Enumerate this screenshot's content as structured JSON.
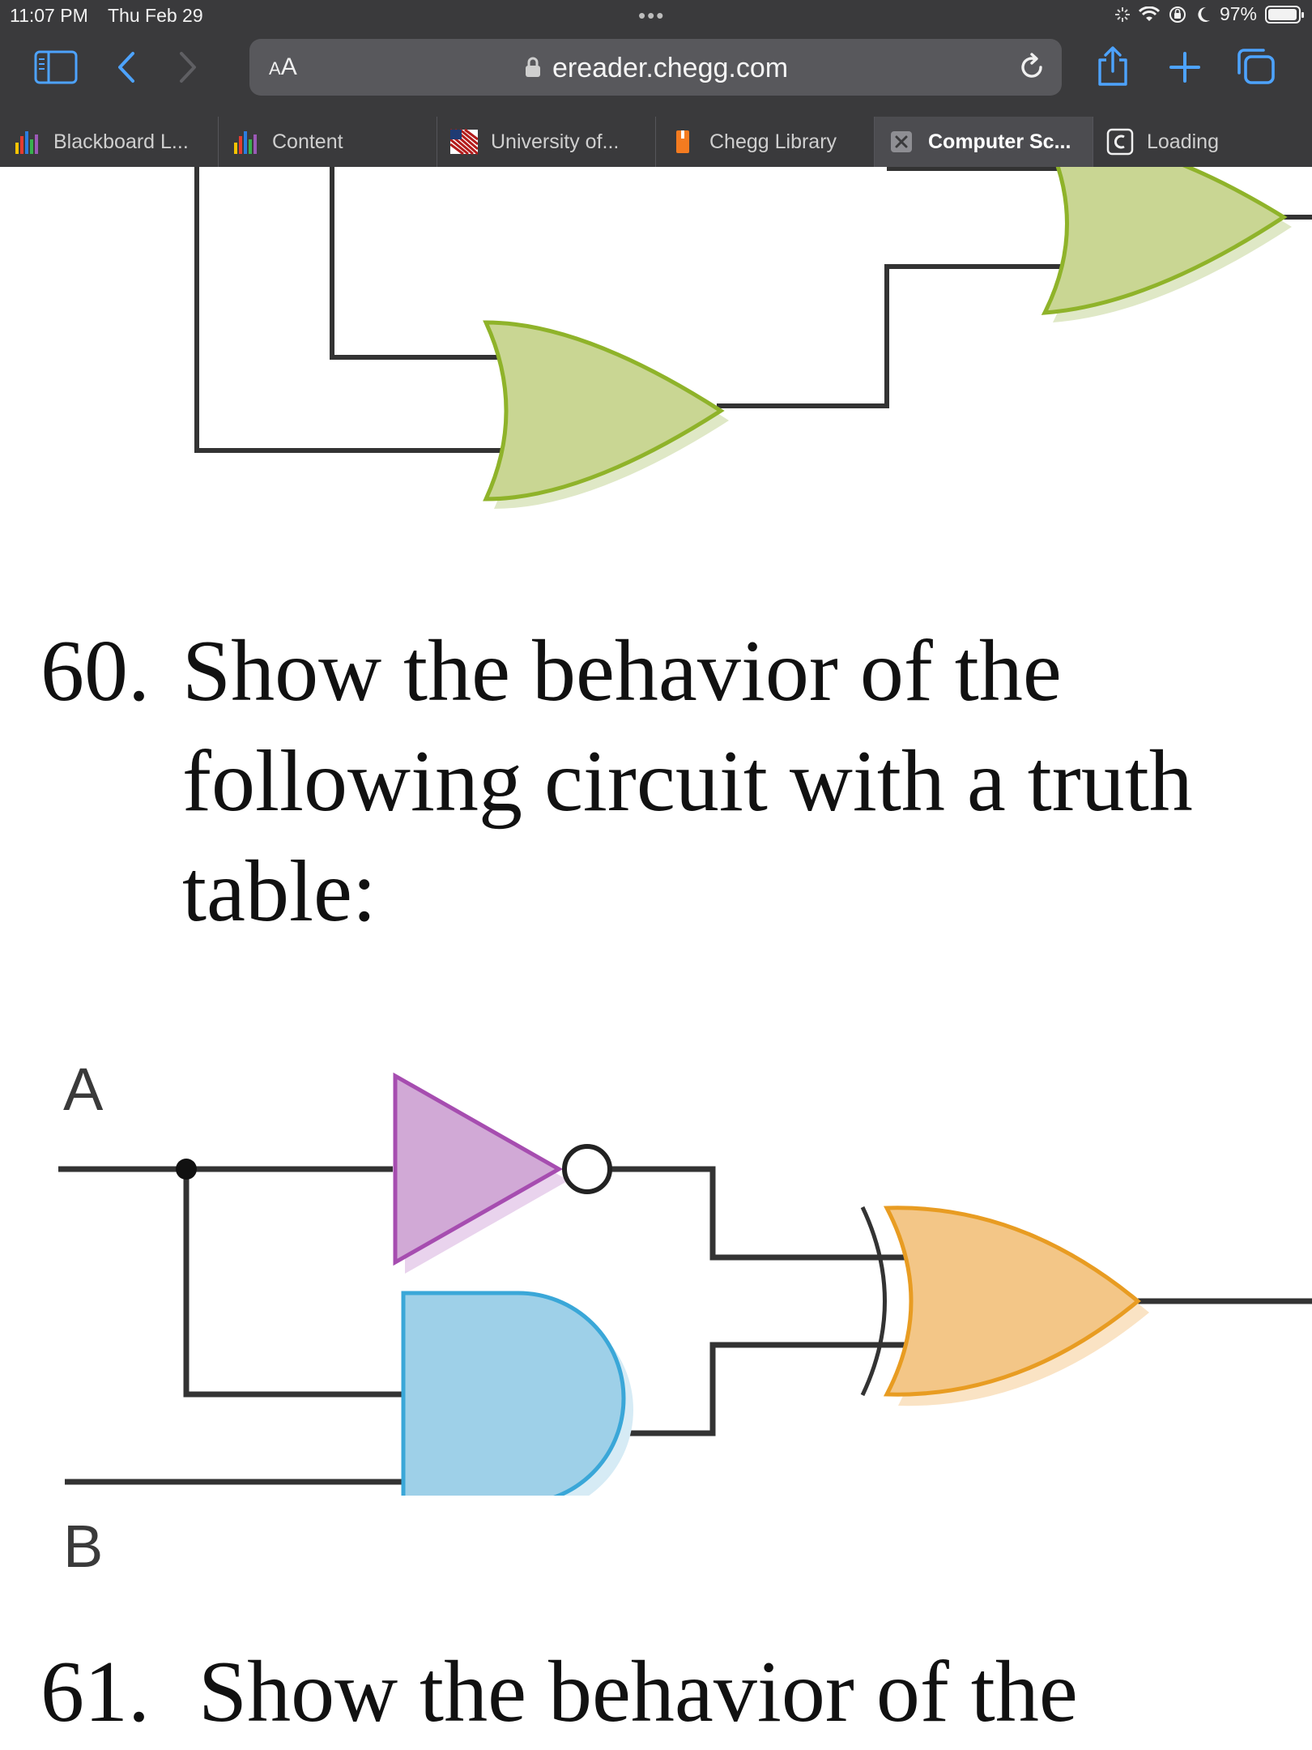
{
  "status_bar": {
    "time": "11:07 PM",
    "date": "Thu Feb 29",
    "battery": "97%",
    "battery_level": 0.97
  },
  "toolbar": {
    "text_size_label_small": "A",
    "text_size_label_large": "A",
    "url": "ereader.chegg.com"
  },
  "tabs": [
    {
      "label": "Blackboard L...",
      "icon": "blackboard-icon",
      "active": false
    },
    {
      "label": "Content",
      "icon": "blackboard-icon",
      "active": false
    },
    {
      "label": "University of...",
      "icon": "university-icon",
      "active": false
    },
    {
      "label": "Chegg Library",
      "icon": "chegg-icon",
      "active": false
    },
    {
      "label": "Computer Sc...",
      "icon": "close-icon",
      "active": true
    },
    {
      "label": "Loading",
      "icon": "c-icon",
      "active": false
    }
  ],
  "question": {
    "number": "60.",
    "text": "Show the behavior of the following circuit with a truth table:"
  },
  "next_question": {
    "number": "61.",
    "text": "Show the behavior of the"
  },
  "circuit": {
    "input_a": "A",
    "input_b": "B"
  },
  "colors": {
    "link_blue": "#4da3ff",
    "or_gate_green": "#c9d693",
    "not_gate_purple": "#d1a9d6",
    "and_gate_blue": "#9ed0e8",
    "or_gate_orange": "#f3c687"
  }
}
